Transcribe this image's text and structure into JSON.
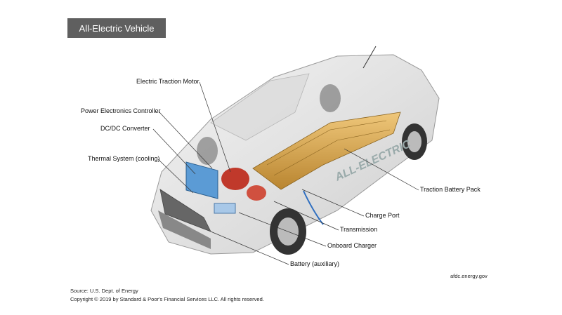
{
  "title": "All-Electric Vehicle",
  "car_badge": "ALL-ELECTRIC",
  "labels": {
    "electric_traction_motor": "Electric Traction Motor",
    "power_electronics_controller": "Power Electronics Controller",
    "dcdc_converter": "DC/DC Converter",
    "thermal_system": "Thermal System (cooling)",
    "traction_battery_pack": "Traction Battery Pack",
    "charge_port": "Charge Port",
    "transmission": "Transmission",
    "onboard_charger": "Onboard Charger",
    "battery_auxiliary": "Battery (auxiliary)"
  },
  "credit_site": "afdc.energy.gov",
  "source": "Source: U.S. Dept. of Energy",
  "copyright": "Copyright © 2019 by Standard & Poor's Financial Services LLC. All rights reserved.",
  "colors": {
    "title_bg": "#5f5f5f",
    "battery": "#d9a441",
    "motor": "#c0392b",
    "cooling": "#5b9bd5"
  }
}
